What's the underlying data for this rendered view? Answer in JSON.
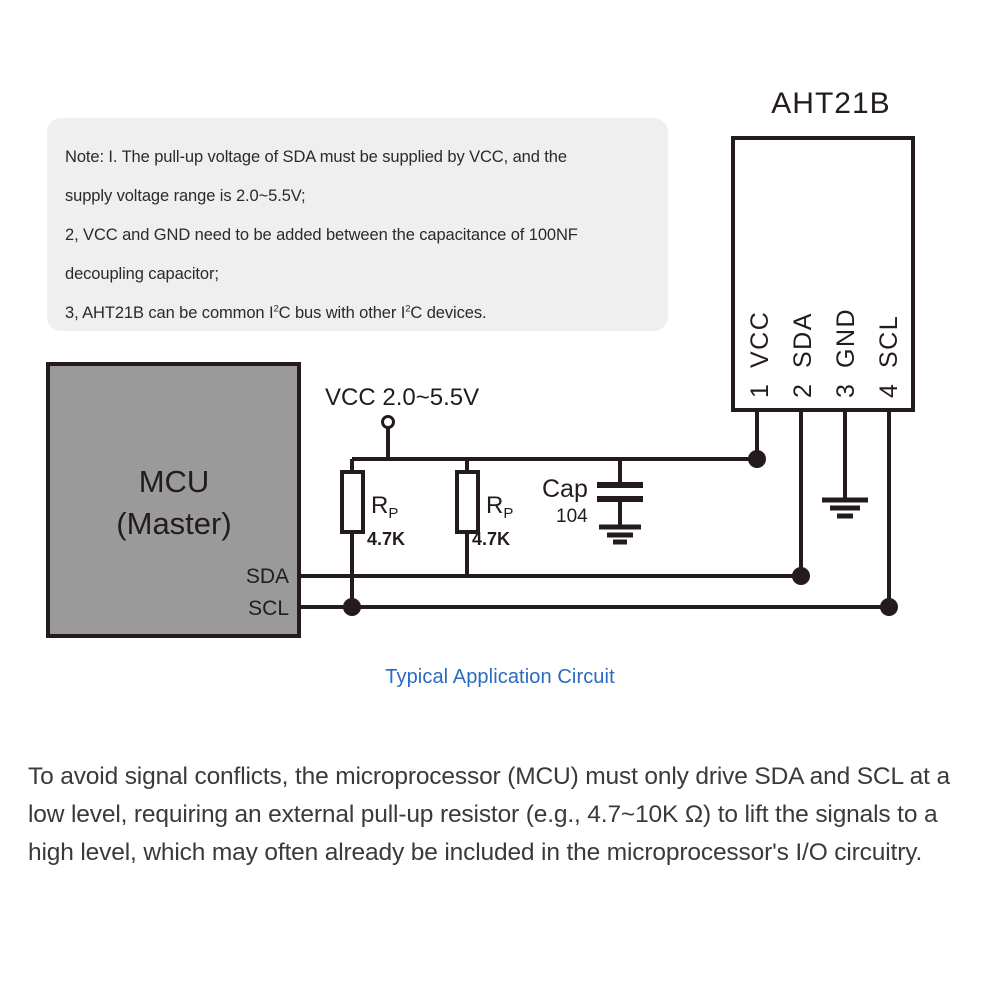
{
  "note": {
    "lines": [
      {
        "text": "Note: I. The pull-up voltage of SDA must be supplied by VCC, and the"
      },
      {
        "text": "supply voltage range is 2.0~5.5V;"
      },
      {
        "text": "2, VCC and GND need to be added between the capacitance of 100NF"
      },
      {
        "text": "decoupling capacitor;"
      },
      {
        "text": "3, AHT21B can be common I",
        "sup": "2",
        "tail": "C bus with other I",
        "sup2": "2",
        "tail2": "C devices."
      }
    ],
    "background_color": "#efefef"
  },
  "schematic": {
    "chip": {
      "title": "AHT21B",
      "pins": [
        {
          "number": "1",
          "name": "VCC"
        },
        {
          "number": "2",
          "name": "SDA"
        },
        {
          "number": "3",
          "name": "GND"
        },
        {
          "number": "4",
          "name": "SCL"
        }
      ]
    },
    "mcu": {
      "line1": "MCU",
      "line2": "(Master)",
      "fill_color": "#9a9a9a",
      "ports": [
        "SDA",
        "SCL"
      ]
    },
    "supply": {
      "label": "VCC 2.0~5.5V"
    },
    "resistors": [
      {
        "symbol": "R",
        "subscript": "P",
        "value": "4.7K"
      },
      {
        "symbol": "R",
        "subscript": "P",
        "value": "4.7K"
      }
    ],
    "capacitor": {
      "label": "Cap",
      "value": "104"
    },
    "wire_color": "#241c1c"
  },
  "caption": {
    "text": "Typical Application Circuit",
    "color": "#2a6ac0"
  },
  "paragraph": {
    "text": "To avoid signal conflicts, the microprocessor (MCU) must only drive SDA and SCL at a low level, requiring an external pull-up resistor (e.g., 4.7~10K Ω) to lift the signals to a high level, which may often already be included in the microprocessor's I/O circuitry."
  }
}
